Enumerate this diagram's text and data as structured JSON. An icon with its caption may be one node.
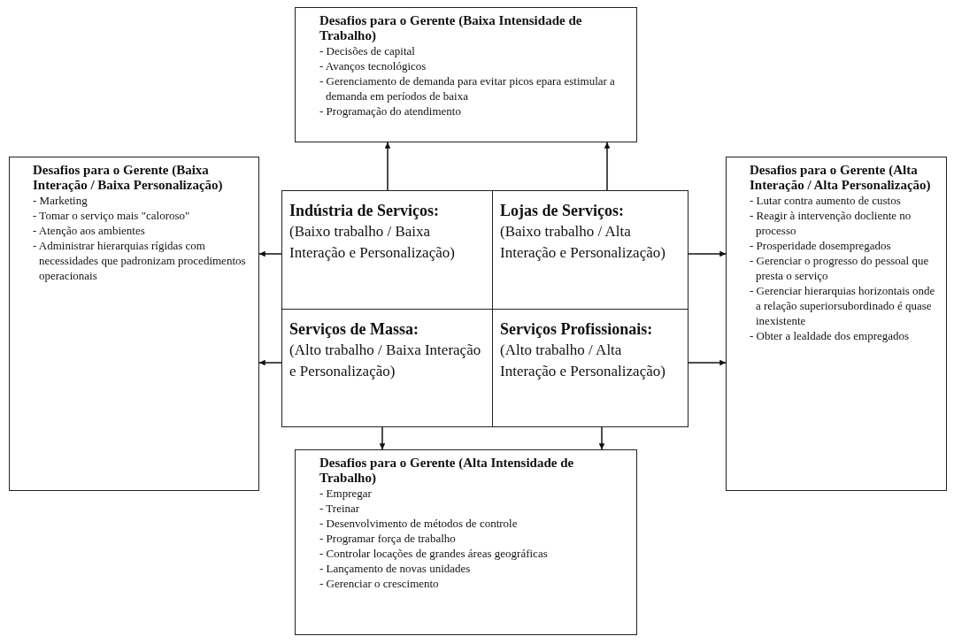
{
  "diagram": {
    "nodes": [
      {
        "text": [
          "Desafios para o Gerente (Baixa Intensidade de Trabalho)",
          "- Decisões de capital",
          "- Avanços tecnológicos",
          "- Gerenciamento de demanda para evitar picos epara estimular a demanda em períodos de baixa",
          "- Programação do atendimento"
        ]
      },
      {
        "text": [
          "Desafios para o Gerente (Baixa Interação / Baixa Personalização)",
          "- Marketing",
          "- Tomar o serviço mais \"caloroso\"",
          "- Atenção aos ambientes",
          "- Administrar hierarquias rígidas com necessidades que padronizam procedimentos operacionais"
        ]
      },
      {
        "text": [
          "Indústria de Serviços:",
          "(Baixo trabalho / Baixa Interação e Personalização)"
        ]
      },
      {
        "text": [
          "Lojas de Serviços:",
          "(Baixo trabalho / Alta Interação e Personalização)"
        ]
      },
      {
        "text": [
          "Desafios para o Gerente (Alta Interação / Alta Personalização)",
          "- Lutar contra aumento de custos",
          "- Reagir à intervenção docliente no processo",
          "- Prosperidade dosempregados",
          "- Gerenciar o progresso do pessoal que presta o serviço",
          "- Gerenciar hierarquias horizontais onde a relação superiorsubordinado é quase inexistente",
          "- Obter a lealdade dos empregados"
        ]
      },
      {
        "text": [
          "Serviços de Massa:",
          "(Alto trabalho / Baixa Interação e Personalização)"
        ]
      },
      {
        "text": [
          "Serviços Profissionais:",
          "(Alto trabalho / Alta Interação e Personalização)"
        ]
      },
      {
        "text": [
          "Desafios para o Gerente (Alta Intensidade de Trabalho)",
          "- Empregar",
          "- Treinar",
          "- Desenvolvimento de métodos de controle",
          "- Programar força de trabalho",
          "- Controlar locações de grandes áreas geográficas",
          "- Lançamento de novas unidades",
          "- Gerenciar o crescimento"
        ]
      }
    ],
    "edges": [
      {
        "from": 2,
        "to": 0,
        "arrow": "to"
      },
      {
        "from": 3,
        "to": 0,
        "arrow": "to"
      },
      {
        "from": 2,
        "to": 1,
        "arrow": "to"
      },
      {
        "from": 3,
        "to": 4,
        "arrow": "to"
      },
      {
        "from": 5,
        "to": 1,
        "arrow": "to"
      },
      {
        "from": 6,
        "to": 4,
        "arrow": "to"
      },
      {
        "from": 5,
        "to": 7,
        "arrow": "to"
      },
      {
        "from": 6,
        "to": 7,
        "arrow": "to"
      }
    ]
  }
}
